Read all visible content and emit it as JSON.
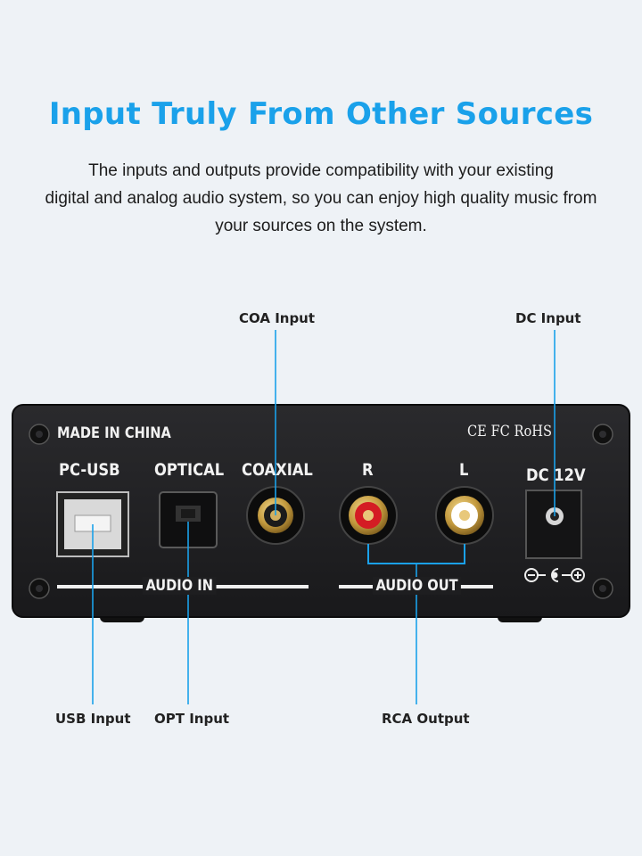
{
  "headline": "Input Truly From Other Sources",
  "subtitle": {
    "line1": "The inputs and outputs provide compatibility with your existing",
    "line2": "digital and analog audio system, so you can enjoy high quality music from",
    "line3": "your sources on the system."
  },
  "callouts": {
    "coa": "COA Input",
    "dc": "DC Input",
    "usb": "USB Input",
    "opt": "OPT Input",
    "rca": "RCA Output"
  },
  "panel": {
    "made_in": "MADE IN CHINA",
    "certifications": "CE FC RoHS",
    "pc_usb": "PC-USB",
    "optical": "OPTICAL",
    "coaxial": "COAXIAL",
    "right": "R",
    "left": "L",
    "dc": "DC 12V",
    "audio_in": "AUDIO IN",
    "audio_out": "AUDIO OUT"
  },
  "colors": {
    "headline": "#1aa1ea",
    "callout_line": "#1aa1ea",
    "chassis": "#1e1e20",
    "rca_right_ring": "#d41c24",
    "rca_left_ring": "#ffffff",
    "gold": "#c9a24a"
  }
}
